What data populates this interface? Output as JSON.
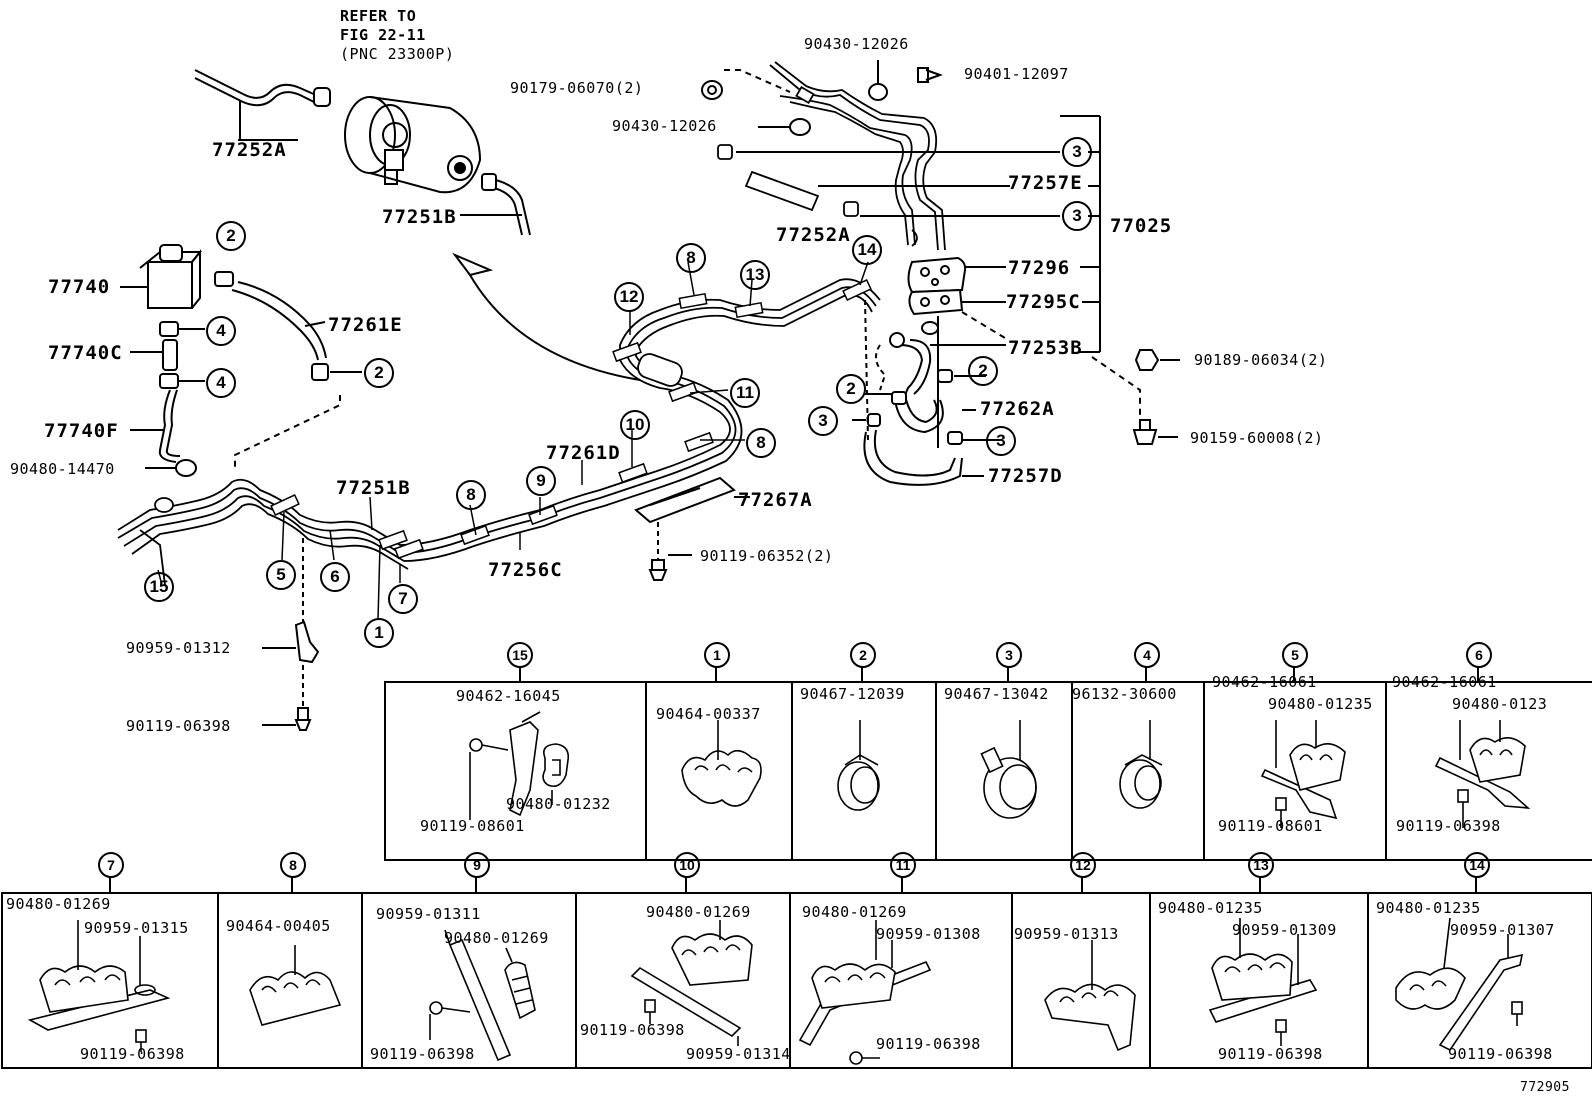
{
  "refer_note": {
    "line1": "REFER TO",
    "line2": "FIG 22-11",
    "line3": "(PNC 23300P)"
  },
  "parts": {
    "p77252A_top": "77252A",
    "p77251B_top": "77251B",
    "p77740": "77740",
    "p77261E": "77261E",
    "p77740C": "77740C",
    "p77740F": "77740F",
    "p90480_14470": "90480-14470",
    "p90430_12026_a": "90430-12026",
    "p90401_12097": "90401-12097",
    "p90179_06070": "90179-06070(2)",
    "p90430_12026_b": "90430-12026",
    "p77257E": "77257E",
    "p77025": "77025",
    "p77252A_mid": "77252A",
    "p77296": "77296",
    "p77295C": "77295C",
    "p77253B": "77253B",
    "p90189_06034": "90189-06034(2)",
    "p77262A": "77262A",
    "p90159_60008": "90159-60008(2)",
    "p77257D": "77257D",
    "p77261D": "77261D",
    "p77251B_mid": "77251B",
    "p77267A": "77267A",
    "p77256C": "77256C",
    "p90119_06352": "90119-06352(2)",
    "p90959_01312": "90959-01312",
    "p90119_06398": "90119-06398"
  },
  "callouts": {
    "c1": "1",
    "c2": "2",
    "c3": "3",
    "c4": "4",
    "c5": "5",
    "c6": "6",
    "c7": "7",
    "c8": "8",
    "c9": "9",
    "c10": "10",
    "c11": "11",
    "c12": "12",
    "c13": "13",
    "c14": "14",
    "c15": "15"
  },
  "row1_panels": [
    {
      "num": "15",
      "labels": [
        "90462-16045",
        "90119-08601",
        "90480-01232"
      ]
    },
    {
      "num": "1",
      "labels": [
        "90464-00337"
      ]
    },
    {
      "num": "2",
      "labels": [
        "90467-12039"
      ]
    },
    {
      "num": "3",
      "labels": [
        "90467-13042"
      ]
    },
    {
      "num": "4",
      "labels": [
        "96132-30600"
      ]
    },
    {
      "num": "5",
      "labels": [
        "90462-16061",
        "90480-01235",
        "90119-08601"
      ]
    },
    {
      "num": "6",
      "labels": [
        "90462-16061",
        "90480-0123",
        "90119-06398"
      ]
    }
  ],
  "row2_panels": [
    {
      "num": "7",
      "labels": [
        "90480-01269",
        "90959-01315",
        "90119-06398"
      ]
    },
    {
      "num": "8",
      "labels": [
        "90464-00405"
      ]
    },
    {
      "num": "9",
      "labels": [
        "90959-01311",
        "90480-01269",
        "90119-06398"
      ]
    },
    {
      "num": "10",
      "labels": [
        "90480-01269",
        "90119-06398",
        "90959-01314"
      ]
    },
    {
      "num": "11",
      "labels": [
        "90480-01269",
        "90959-01308",
        "90119-06398"
      ]
    },
    {
      "num": "12",
      "labels": [
        "90959-01313"
      ]
    },
    {
      "num": "13",
      "labels": [
        "90480-01235",
        "90959-01309",
        "90119-06398"
      ]
    },
    {
      "num": "14",
      "labels": [
        "90480-01235",
        "90959-01307",
        "90119-06398"
      ]
    }
  ],
  "figure_id": "772905"
}
